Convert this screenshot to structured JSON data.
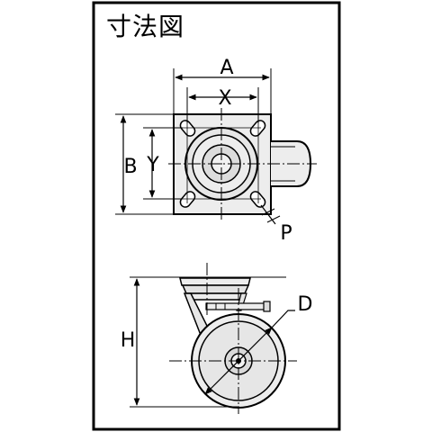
{
  "title": "寸法図",
  "labels": {
    "A": "A",
    "X": "X",
    "B": "B",
    "Y": "Y",
    "P": "P",
    "H": "H",
    "D": "D"
  },
  "colors": {
    "border": "#000000",
    "line": "#000000",
    "fill_light": "#ededed",
    "fill_mid": "#d9d9d9"
  }
}
